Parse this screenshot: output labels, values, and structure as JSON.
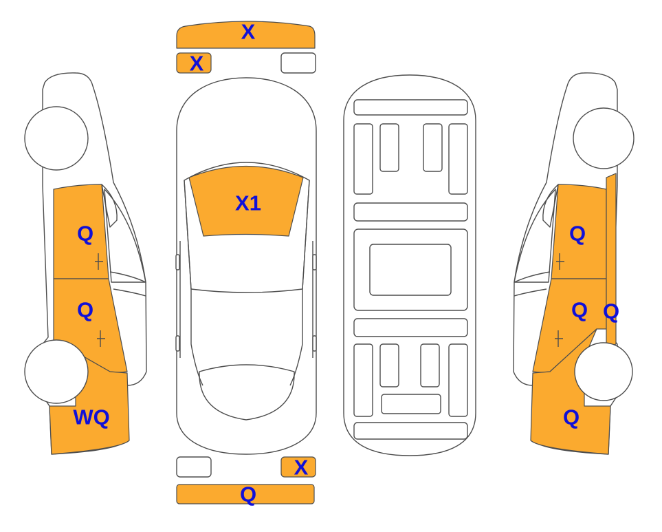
{
  "colors": {
    "damage": "#FBAA2F",
    "label": "#1010D8",
    "outline": "#4D4D4D",
    "background": "#FFFFFF"
  },
  "labels": {
    "front_bumper": "X",
    "front_left_light": "X",
    "windshield": "X1",
    "rear_right_light": "X",
    "rear_bumper": "Q",
    "left_front_door": "Q",
    "left_rear_door": "Q",
    "left_rear_fender": "WQ",
    "right_front_door": "Q",
    "right_rear_door": "Q",
    "right_rear_pillar": "Q",
    "right_rear_fender": "Q"
  }
}
